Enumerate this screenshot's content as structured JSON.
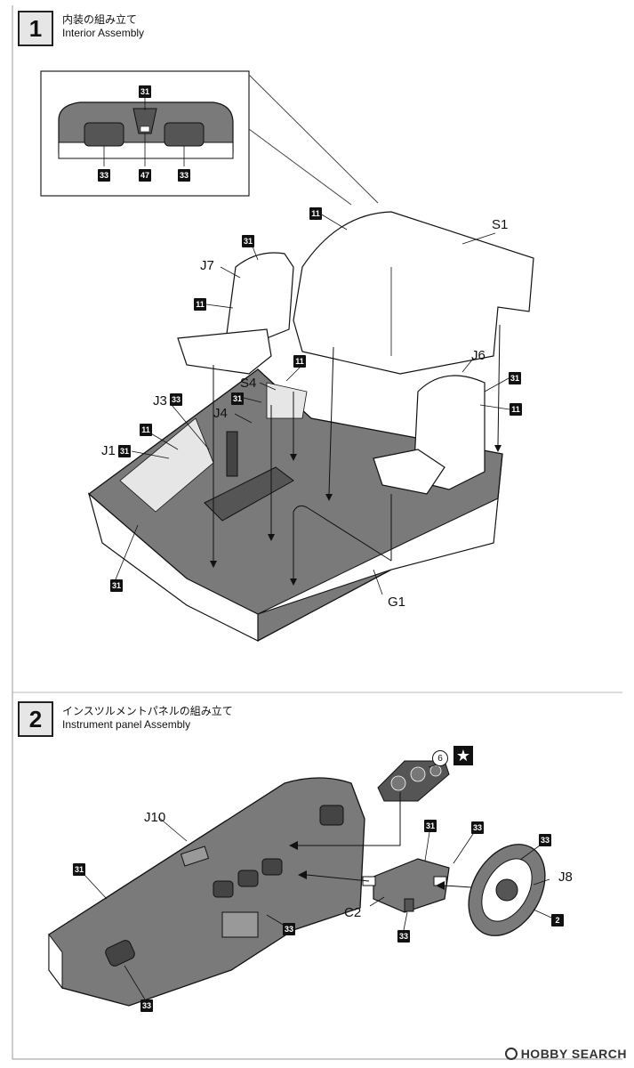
{
  "step1": {
    "number": "1",
    "title_jp": "内装の組み立て",
    "title_en": "Interior Assembly"
  },
  "step2": {
    "number": "2",
    "title_jp": "インスツルメントパネルの組み立て",
    "title_en": "Instrument panel Assembly"
  },
  "inset": {
    "callouts": [
      "31",
      "33",
      "47",
      "33"
    ]
  },
  "parts": {
    "S1": "S1",
    "J7": "J7",
    "J6": "J6",
    "S4": "S4",
    "J3": "J3",
    "J4": "J4",
    "J1": "J1",
    "G1": "G1",
    "J10": "J10",
    "C2": "C2",
    "J8": "J8"
  },
  "callouts1": {
    "c11_rear": "11",
    "c31_j7": "31",
    "c11_j7": "11",
    "c11_s4": "11",
    "c31_s4": "31",
    "c33_j3": "33",
    "c11_left": "11",
    "c31_j1": "31",
    "c31_tub": "31",
    "c31_j6": "31",
    "c11_j6": "11"
  },
  "callouts2": {
    "c31_dash": "31",
    "c33_vent": "33",
    "c33_center": "33",
    "c31_col": "31",
    "c33_col_top": "33",
    "c33_col_bot": "33",
    "c33_wheel": "33",
    "c2_wheel": "2"
  },
  "gauge_circle": "6",
  "star": "★",
  "colors": {
    "paint_gray": "#7a7a7a",
    "light_gray": "#e6e6e6",
    "line": "#111111"
  },
  "watermark": "HOBBY SEARCH"
}
